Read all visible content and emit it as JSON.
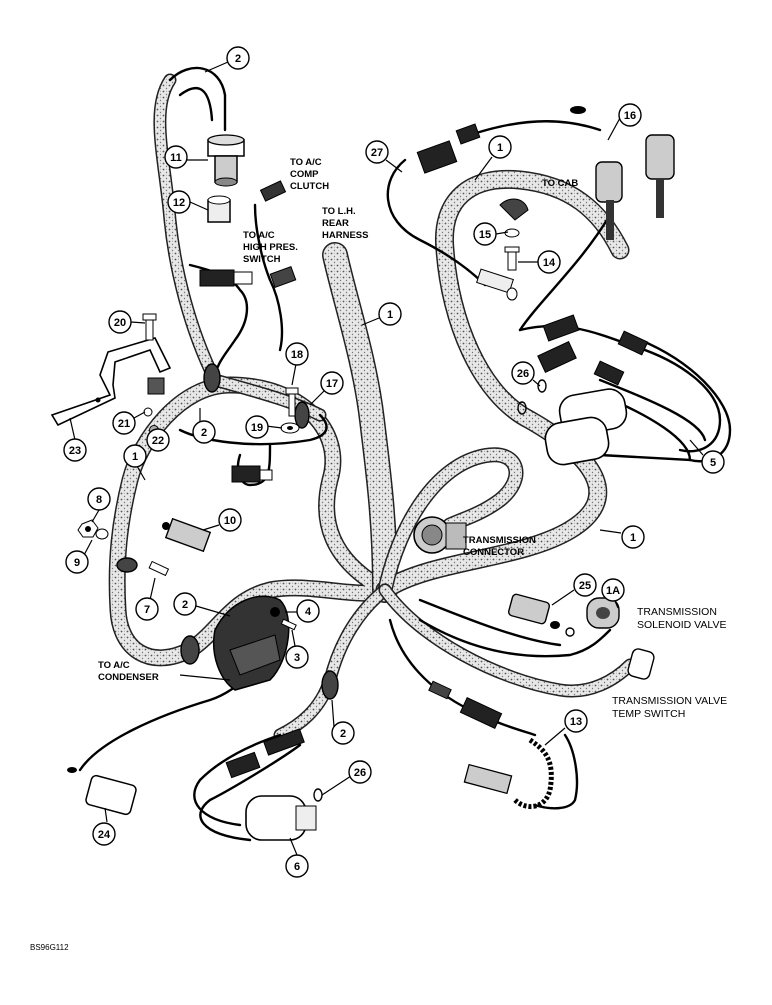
{
  "labels": {
    "ac_comp_clutch": [
      "TO A/C",
      "COMP",
      "CLUTCH"
    ],
    "ac_high_pres": [
      "TO A/C",
      "HIGH PRES.",
      "SWITCH"
    ],
    "lh_rear_harness": [
      "TO L.H.",
      "REAR",
      "HARNESS"
    ],
    "to_cab": "TO CAB",
    "transmission_connector": [
      "TRANSMISSION",
      "CONNECTOR"
    ],
    "transmission_solenoid": [
      "TRANSMISSION",
      "SOLENOID VALVE"
    ],
    "transmission_valve_temp": [
      "TRANSMISSION VALVE",
      "TEMP SWITCH"
    ],
    "ac_condenser": [
      "TO A/C",
      "CONDENSER"
    ]
  },
  "callouts": {
    "c2_top": "2",
    "c11": "11",
    "c12": "12",
    "c27": "27",
    "c1_topmid": "1",
    "c16": "16",
    "c15": "15",
    "c14": "14",
    "c1_harness": "1",
    "c20": "20",
    "c18": "18",
    "c17": "17",
    "c23": "23",
    "c21": "21",
    "c22": "22",
    "c2_mid": "2",
    "c19": "19",
    "c26_right": "26",
    "c5": "5",
    "c1_left": "1",
    "c8": "8",
    "c9": "9",
    "c10": "10",
    "c7": "7",
    "c1_right": "1",
    "c2_lower": "2",
    "c4": "4",
    "c3": "3",
    "c25": "25",
    "c1a": "1A",
    "c2_bottom": "2",
    "c13": "13",
    "c26_bottom": "26",
    "c24": "24",
    "c6": "6"
  },
  "figure_ref": "BS96G112"
}
